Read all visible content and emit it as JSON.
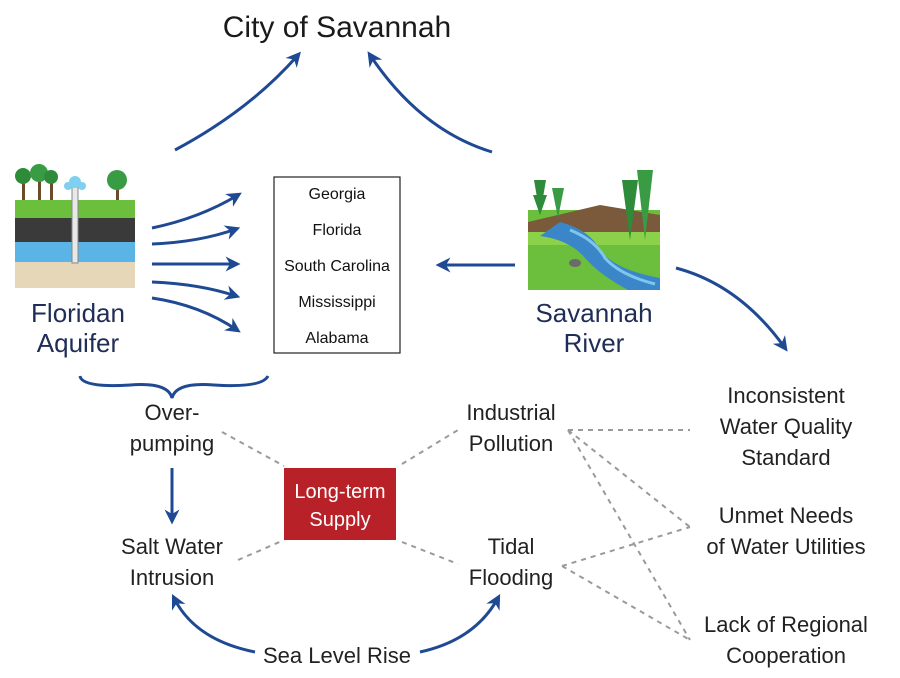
{
  "title": "City of Savannah",
  "sources": {
    "aquifer_line1": "Floridan",
    "aquifer_line2": "Aquifer",
    "river_line1": "Savannah",
    "river_line2": "River"
  },
  "states": [
    "Georgia",
    "Florida",
    "South Carolina",
    "Mississippi",
    "Alabama"
  ],
  "center": {
    "line1": "Long-term",
    "line2": "Supply",
    "color": "#b82128"
  },
  "factors": {
    "overpumping": [
      "Over-",
      "pumping"
    ],
    "saltwater": [
      "Salt Water",
      "Intrusion"
    ],
    "sealevel": "Sea Level Rise",
    "industrial": [
      "Industrial",
      "Pollution"
    ],
    "tidal": [
      "Tidal",
      "Flooding"
    ]
  },
  "issues": {
    "quality": [
      "Inconsistent",
      "Water Quality",
      "Standard"
    ],
    "unmet": [
      "Unmet Needs",
      "of Water Utilities"
    ],
    "cooperation": [
      "Lack of Regional",
      "Cooperation"
    ]
  },
  "colors": {
    "arrow": "#1f4a93",
    "source_text": "#1f2d57",
    "dash": "#9a9a9a"
  },
  "icons": [
    "aquifer-illustration-icon",
    "river-illustration-icon"
  ]
}
